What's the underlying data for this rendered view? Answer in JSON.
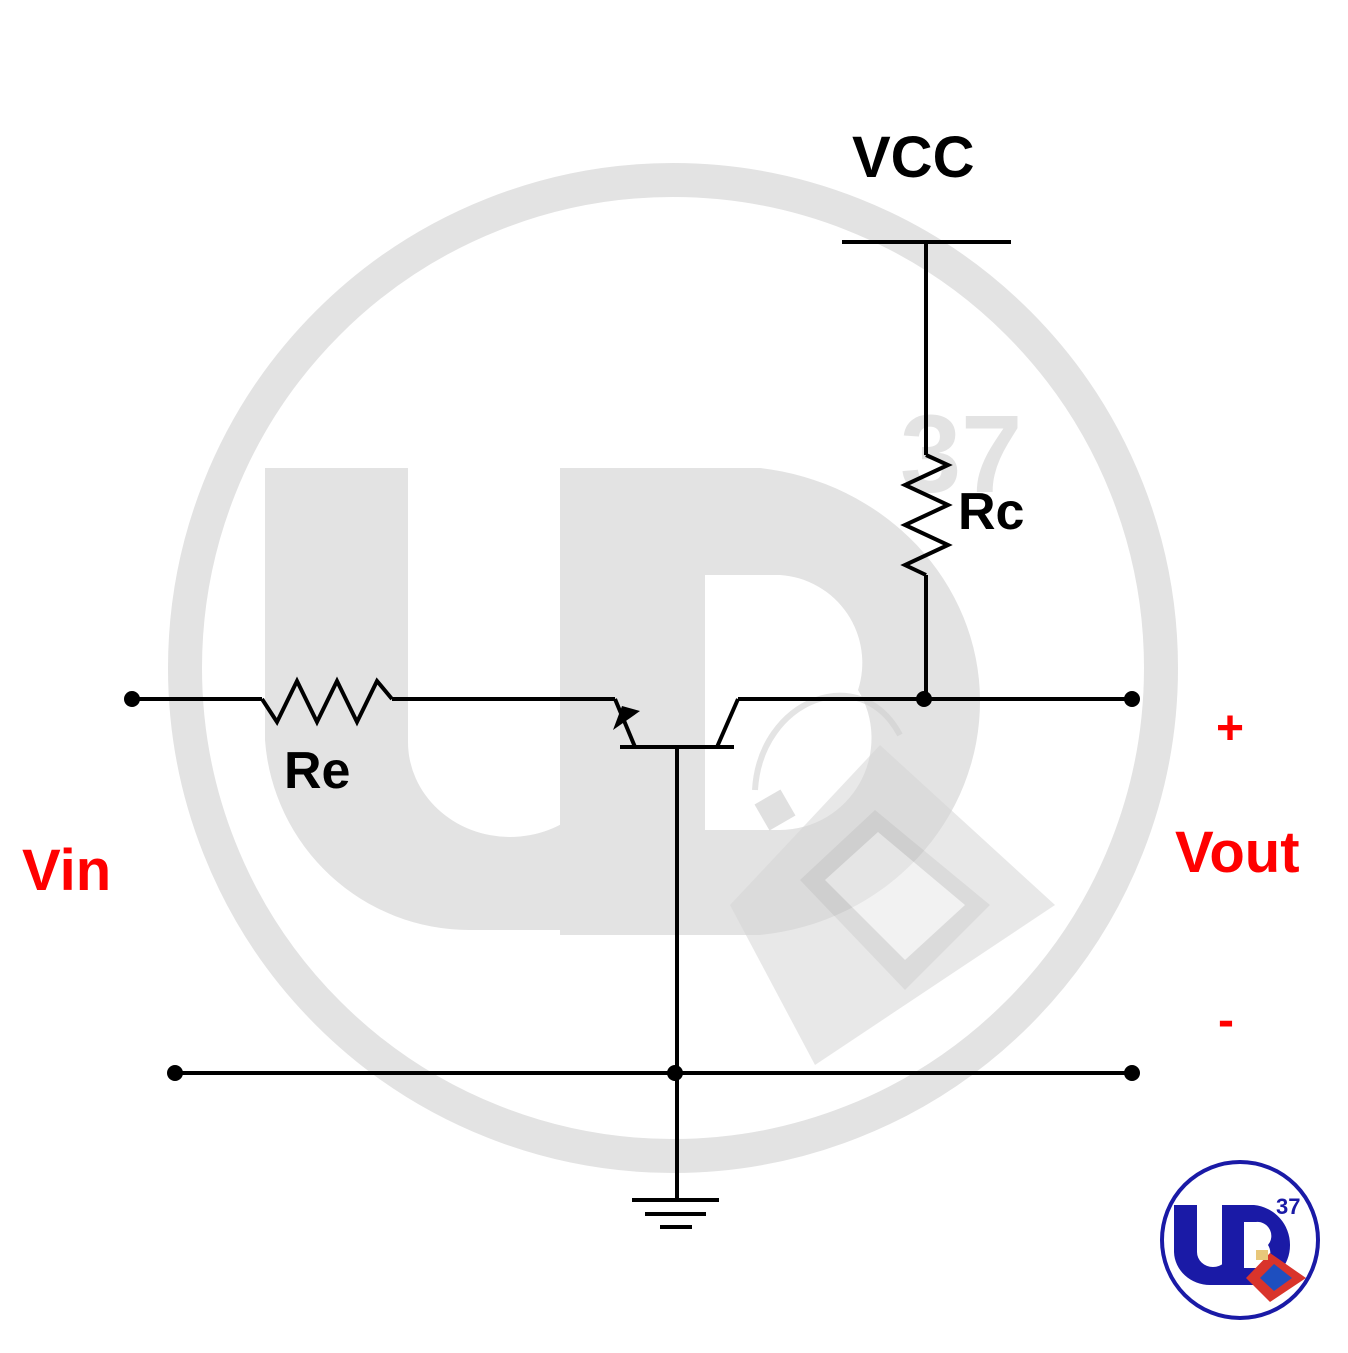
{
  "diagram": {
    "labels": {
      "vcc": "VCC",
      "rc": "Rc",
      "re": "Re",
      "vin": "Vin",
      "vout": "Vout",
      "plus": "+",
      "minus": "-"
    },
    "colors": {
      "wire": "#000000",
      "io_label": "#ff0000",
      "watermark": "#e3e3e3",
      "logo_blue": "#1a1aa6",
      "logo_ring": "#1a1aa6",
      "board_red": "#d9342b",
      "board_screen": "#1e4fbf"
    }
  },
  "watermark": {
    "mark": "UD",
    "superscript": "37"
  },
  "logo": {
    "mark": "UD",
    "superscript": "37"
  }
}
